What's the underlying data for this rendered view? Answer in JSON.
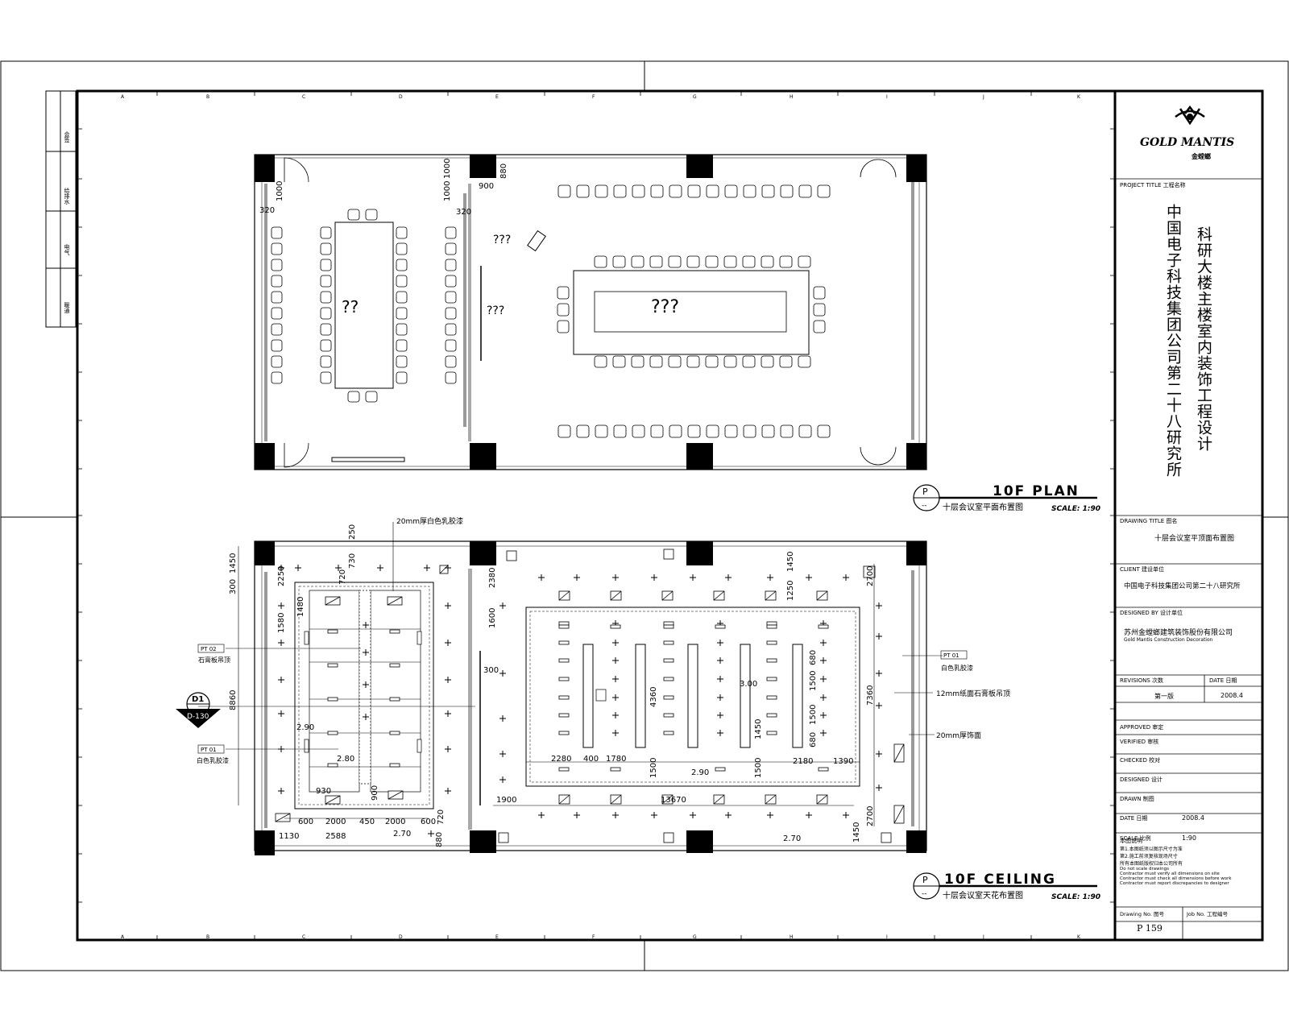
{
  "logo": {
    "brand": "GOLD MANTIS",
    "brand_cn": "金螳螂"
  },
  "title_block": {
    "project_label": "PROJECT TITLE 工程名称",
    "project_line1": "科研大楼主楼室内装饰工程设计",
    "project_line2": "中国电子科技集团公司第二十八研究所",
    "drawing_title_label": "DRAWING TITLE 图名",
    "drawing_title": "十层会议室平顶面布置图",
    "client_label": "CLIENT 建设单位",
    "client": "中国电子科技集团公司第二十八研究所",
    "designer_label": "DESIGNED BY 设计单位",
    "designer": "苏州金螳螂建筑装饰股份有限公司",
    "designer_en": "Gold Mantis Construction Decoration",
    "revision_label": "REVISIONS 次数",
    "date_label": "DATE 日期",
    "revision_value": "第一版",
    "revision_date": "2008.4",
    "approved_label": "APPROVED 审定",
    "verified_label": "VERIFIED 审核",
    "checked_label": "CHECKED 校对",
    "designed_label": "DESIGNED 设计",
    "drawn_label": "DRAWN 制图",
    "date2_label": "DATE 日期",
    "date2_value": "2008.4",
    "scale_label": "SCALE 比例",
    "scale_value": "1:90",
    "notes_title": "本图说明",
    "notes": [
      "第1.本图纸须以图示尺寸为准",
      "第2.施工前须复核现场尺寸",
      "所有本图纸版权归本公司所有",
      "Do not scale drawings",
      "Contractor must verify all dimensions on site",
      "Contractor must check all dimensions before work",
      "Contractor must report discrepancies to designer"
    ],
    "drawing_no_label": "Drawing No. 图号",
    "job_no_label": "Job No. 工程编号",
    "drawing_no": "P 159"
  },
  "plan": {
    "title": "10F PLAN",
    "subtitle": "十层会议室平面布置图",
    "scale": "SCALE: 1:90",
    "tag": "P",
    "tag_sub": "--",
    "room_left_label": "??",
    "room_right_label": "???",
    "side_label1": "???",
    "side_label2": "???",
    "dims": {
      "d1000a": "1000",
      "d320a": "320",
      "d1000b": "1000",
      "d1000c": "1000",
      "d880": "880",
      "d900": "900",
      "d320b": "320"
    }
  },
  "ceiling": {
    "title": "10F CEILING",
    "subtitle": "十层会议室天花布置图",
    "scale": "SCALE: 1:90",
    "tag": "P",
    "tag_sub": "--",
    "callout_top": "20mm厚白色乳胶漆",
    "callout_r1": "白色乳胶漆",
    "callout_r2": "12mm纸面石膏板吊顶",
    "callout_r3": "20mm厚饰面",
    "callout_l1": "石膏板吊顶",
    "callout_l2": "白色乳胶漆",
    "tag_l1": "PT 02",
    "tag_l2": "PT 01",
    "tag_r1": "PT 01",
    "section_tag": "D1",
    "section_sub": "D-130",
    "dims_left": {
      "d1450": "1450",
      "d300": "300",
      "d2250": "2250",
      "d1580": "1580",
      "d1480": "1480",
      "d8860": "8860",
      "d250": "250",
      "d720": "720",
      "d730": "730",
      "d600a": "600",
      "d2000a": "2000",
      "d450": "450",
      "d2000b": "2000",
      "d600b": "600",
      "d1130": "1130",
      "d2588": "2588",
      "d270a": "2.70",
      "d880": "880",
      "d720b": "720",
      "d290a": "2.90",
      "d280": "2.80",
      "d930": "930",
      "d900": "900"
    },
    "dims_right": {
      "d2380": "2380",
      "d1600": "1600",
      "d300": "300",
      "d1900": "1900",
      "d13670": "13670",
      "d1450": "1450",
      "d1250": "1250",
      "d2700a": "2700",
      "d7360": "7360",
      "d2700b": "2700",
      "d1450b": "1450",
      "d4360": "4360",
      "d2280": "2280",
      "d400": "400",
      "d1780": "1780",
      "d1500a": "1500",
      "d290": "2.90",
      "d300b": "3.00",
      "d1450c": "1450",
      "d1500b": "1500",
      "d2180": "2180",
      "d1390": "1390",
      "d680a": "680",
      "d1500c": "1500",
      "d1500d": "1500",
      "d680b": "680",
      "d270": "2.70"
    }
  },
  "grid": {
    "letters": [
      "A",
      "B",
      "C",
      "D",
      "E",
      "F",
      "G",
      "H",
      "I",
      "J",
      "K"
    ]
  },
  "left_strip": {
    "labels": [
      "会签",
      "给排水",
      "电气",
      "暖通"
    ]
  }
}
